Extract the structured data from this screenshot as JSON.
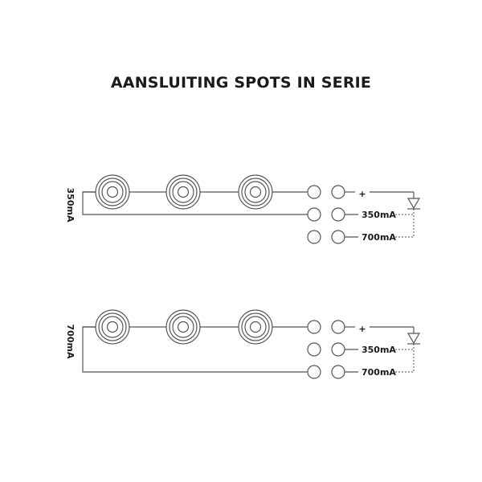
{
  "title": "AANSLUITING SPOTS IN SERIE",
  "diagrams": [
    {
      "side_label": "350mA",
      "plus": "+",
      "out1": "350mA",
      "out2": "700mA",
      "connected_row": 2
    },
    {
      "side_label": "700mA",
      "plus": "+",
      "out1": "350mA",
      "out2": "700mA",
      "connected_row": 3
    }
  ],
  "colors": {
    "line": "#555555",
    "text": "#1a1a1a"
  }
}
